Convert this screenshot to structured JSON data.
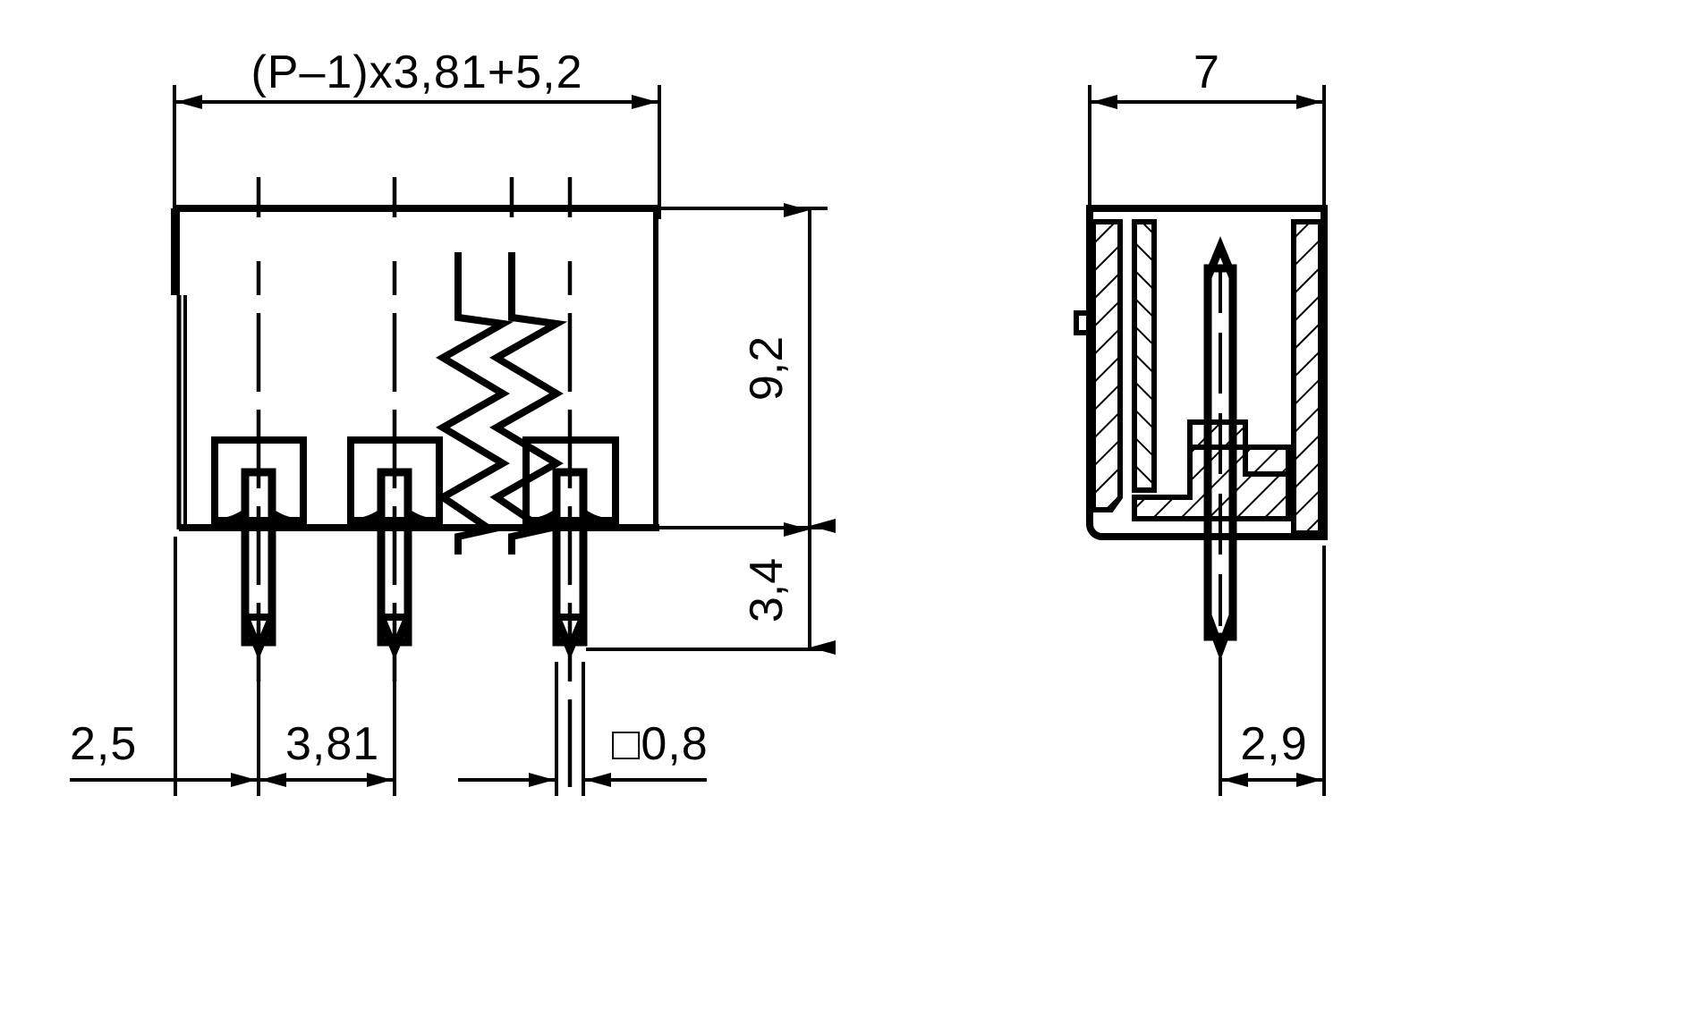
{
  "drawing": {
    "title": "Pin header connector - front view and side section view",
    "units": "mm",
    "line_color": "#000000",
    "background": "#ffffff"
  },
  "dimensions": {
    "overall_width": "(P–1)x3,81+5,2",
    "body_height": "9,2",
    "pin_length_below": "3,4",
    "side_width": "7",
    "side_depth": "2,9",
    "edge_offset": "2,5",
    "pitch": "3,81",
    "pin_cross_section": "□0,8"
  },
  "labels": [
    {
      "id": "overall-width",
      "text": "(P–1)x3,81+5,2",
      "orientation": "horizontal"
    },
    {
      "id": "body-height",
      "text": "9,2",
      "orientation": "vertical"
    },
    {
      "id": "pin-below",
      "text": "3,4",
      "orientation": "vertical"
    },
    {
      "id": "side-width",
      "text": "7",
      "orientation": "horizontal"
    },
    {
      "id": "side-depth",
      "text": "2,9",
      "orientation": "horizontal"
    },
    {
      "id": "edge-offset",
      "text": "2,5",
      "orientation": "horizontal"
    },
    {
      "id": "pitch",
      "text": "3,81",
      "orientation": "horizontal"
    },
    {
      "id": "pin-square",
      "text": "□0,8",
      "orientation": "horizontal"
    }
  ],
  "views": {
    "front": {
      "name": "front-view",
      "feature_count": 3
    },
    "side": {
      "name": "side-section-view",
      "hatched": true
    }
  }
}
